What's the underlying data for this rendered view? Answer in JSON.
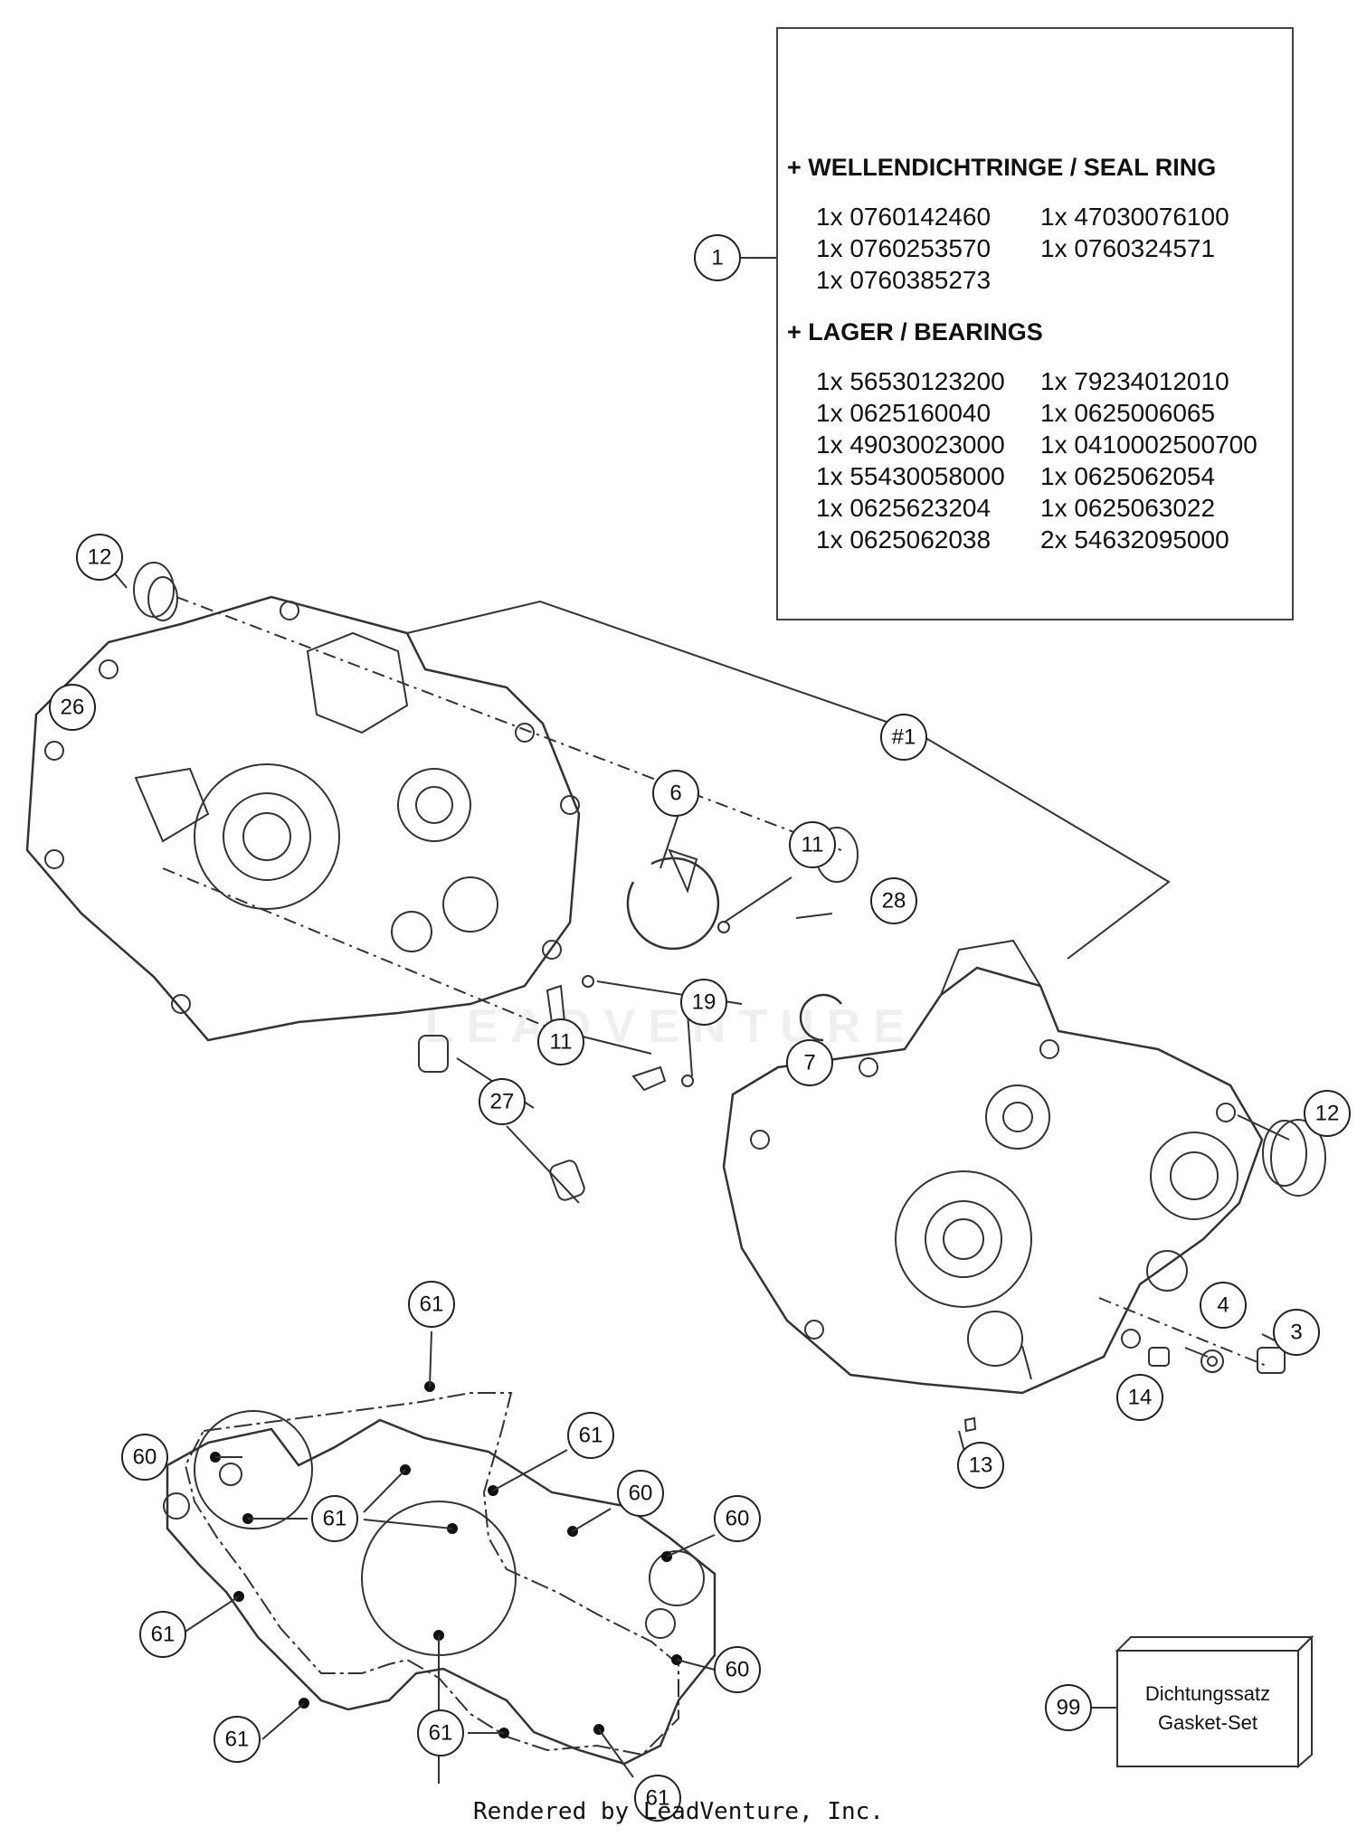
{
  "kit": {
    "included_items": [
      "#1",
      "3",
      "4",
      "11",
      "12",
      "14",
      "19",
      "27",
      "28"
    ],
    "seal_ring_heading": "+ WELLENDICHTRINGE / SEAL RING",
    "seal_rings": [
      "1x 0760142460",
      "1x 47030076100",
      "1x 0760253570",
      "1x 0760324571",
      "1x 0760385273"
    ],
    "bearing_heading": "+ LAGER / BEARINGS",
    "bearings": [
      "1x 56530123200",
      "1x 79234012010",
      "1x 0625160040",
      "1x 0625006065",
      "1x 49030023000",
      "1x 0410002500700",
      "1x 55430058000",
      "1x 0625062054",
      "1x 0625623204",
      "1x 0625063022",
      "1x 0625062038",
      "2x 54632095000"
    ]
  },
  "callouts": {
    "c1": "1",
    "c_kit": "#1",
    "c3": "3",
    "c4": "4",
    "c6": "6",
    "c7": "7",
    "c11": "11",
    "c12": "12",
    "c13": "13",
    "c14": "14",
    "c19": "19",
    "c26": "26",
    "c27": "27",
    "c28": "28",
    "c60": "60",
    "c61": "61",
    "c99": "99"
  },
  "gasket_set": {
    "line1": "Dichtungssatz",
    "line2": "Gasket-Set"
  },
  "watermark": "LEADVENTURE",
  "footer": "Rendered by LeadVenture, Inc."
}
